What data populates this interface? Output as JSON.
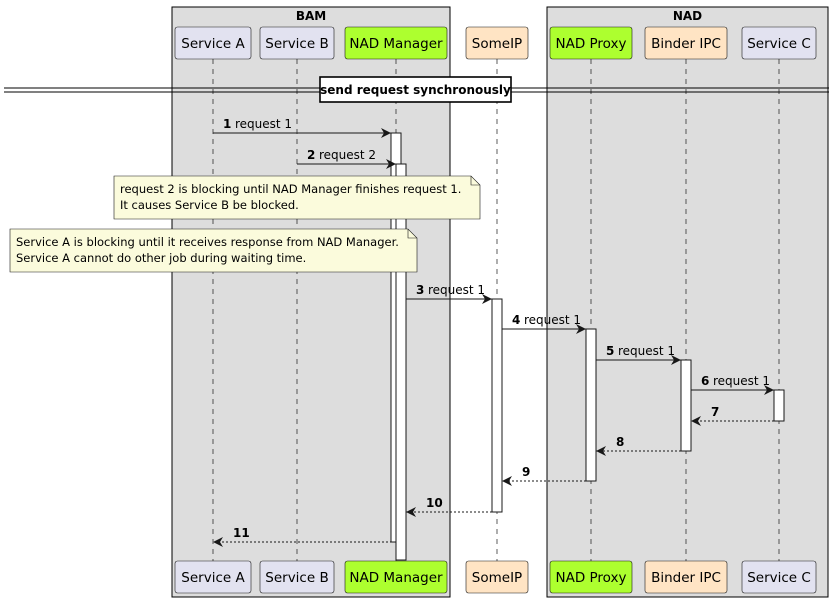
{
  "groups": [
    {
      "title": "BAM",
      "color": "#dddddd"
    },
    {
      "title": "NAD",
      "color": "#dddddd"
    }
  ],
  "participants": [
    {
      "id": "service-a",
      "label": "Service A",
      "color": "#e2e2f0"
    },
    {
      "id": "service-b",
      "label": "Service B",
      "color": "#e2e2f0"
    },
    {
      "id": "nad-manager",
      "label": "NAD Manager",
      "color": "#adff2f"
    },
    {
      "id": "someip",
      "label": "SomeIP",
      "color": "#ffe4c4"
    },
    {
      "id": "nad-proxy",
      "label": "NAD Proxy",
      "color": "#adff2f"
    },
    {
      "id": "binder-ipc",
      "label": "Binder IPC",
      "color": "#ffe4c4"
    },
    {
      "id": "service-c",
      "label": "Service C",
      "color": "#e2e2f0"
    }
  ],
  "divider": {
    "label": "send request synchronously"
  },
  "messages": [
    {
      "num": "1",
      "text": "request 1",
      "from": "service-a",
      "to": "nad-manager",
      "type": "sync"
    },
    {
      "num": "2",
      "text": "request 2",
      "from": "service-b",
      "to": "nad-manager",
      "type": "sync"
    },
    {
      "num": "3",
      "text": "request 1",
      "from": "nad-manager",
      "to": "someip",
      "type": "sync"
    },
    {
      "num": "4",
      "text": "request 1",
      "from": "someip",
      "to": "nad-proxy",
      "type": "sync"
    },
    {
      "num": "5",
      "text": "request 1",
      "from": "nad-proxy",
      "to": "binder-ipc",
      "type": "sync"
    },
    {
      "num": "6",
      "text": "request 1",
      "from": "binder-ipc",
      "to": "service-c",
      "type": "sync"
    },
    {
      "num": "7",
      "text": "",
      "from": "service-c",
      "to": "binder-ipc",
      "type": "return"
    },
    {
      "num": "8",
      "text": "",
      "from": "binder-ipc",
      "to": "nad-proxy",
      "type": "return"
    },
    {
      "num": "9",
      "text": "",
      "from": "nad-proxy",
      "to": "someip",
      "type": "return"
    },
    {
      "num": "10",
      "text": "",
      "from": "someip",
      "to": "nad-manager",
      "type": "return"
    },
    {
      "num": "11",
      "text": "",
      "from": "nad-manager",
      "to": "service-a",
      "type": "return"
    }
  ],
  "notes": [
    {
      "lines": [
        "request 2 is blocking until NAD Manager finishes request 1.",
        "It causes Service B be blocked."
      ],
      "color": "#fbfbdc"
    },
    {
      "lines": [
        "Service A is blocking until it receives response from NAD Manager.",
        "Service A cannot do other job during waiting time."
      ],
      "color": "#fbfbdc"
    }
  ]
}
